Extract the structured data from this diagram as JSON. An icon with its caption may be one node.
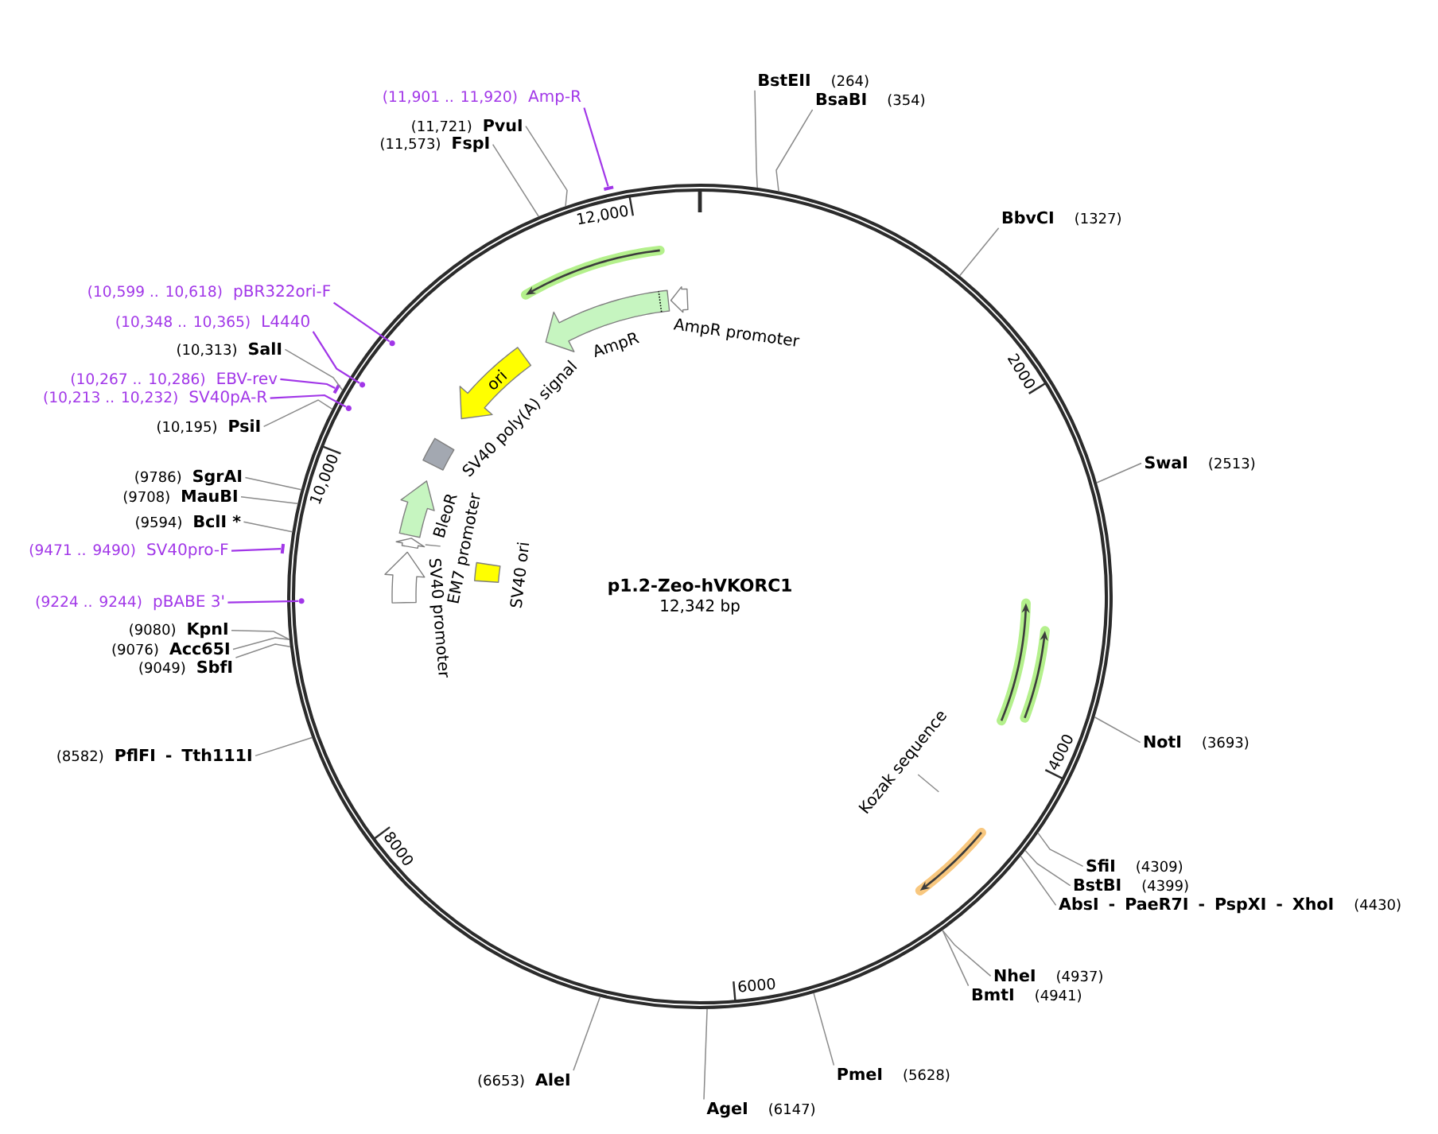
{
  "diagram": {
    "nodes": [
      {
        "text": [
          "p1.2-Zeo-hVKORC1",
          "12,342 bp"
        ]
      },
      {
        "text": [
          "BstEII",
          "(264)"
        ]
      },
      {
        "text": [
          "BsaBI",
          "(354)"
        ]
      },
      {
        "text": [
          "BbvCI",
          "(1327)"
        ]
      },
      {
        "text": [
          "SwaI",
          "(2513)"
        ]
      },
      {
        "text": [
          "NotI",
          "(3693)"
        ]
      },
      {
        "text": [
          "SfiI",
          "(4309)"
        ]
      },
      {
        "text": [
          "BstBI",
          "(4399)"
        ]
      },
      {
        "text": [
          "AbsI - PaeR7I - PspXI - XhoI",
          "(4430)"
        ]
      },
      {
        "text": [
          "NheI",
          "(4937)"
        ]
      },
      {
        "text": [
          "BmtI",
          "(4941)"
        ]
      },
      {
        "text": [
          "PmeI",
          "(5628)"
        ]
      },
      {
        "text": [
          "AgeI",
          "(6147)"
        ]
      },
      {
        "text": [
          "(6653)",
          "AleI"
        ]
      },
      {
        "text": [
          "(8582)",
          "PflFI - Tth111I"
        ]
      },
      {
        "text": [
          "(9049)",
          "SbfI"
        ]
      },
      {
        "text": [
          "(9076)",
          "Acc65I"
        ]
      },
      {
        "text": [
          "(9080)",
          "KpnI"
        ]
      },
      {
        "text": [
          "(9224 .. 9244)",
          "pBABE 3'"
        ]
      },
      {
        "text": [
          "(9471 .. 9490)",
          "SV40pro-F"
        ]
      },
      {
        "text": [
          "(9594)",
          "BclI *"
        ]
      },
      {
        "text": [
          "(9708)",
          "MauBI"
        ]
      },
      {
        "text": [
          "(9786)",
          "SgrAI"
        ]
      },
      {
        "text": [
          "(10,195)",
          "PsiI"
        ]
      },
      {
        "text": [
          "(10,213 .. 10,232)",
          "SV40pA-R"
        ]
      },
      {
        "text": [
          "(10,267 .. 10,286)",
          "EBV-rev"
        ]
      },
      {
        "text": [
          "(10,313)",
          "SalI"
        ]
      },
      {
        "text": [
          "(10,348 .. 10,365)",
          "L4440"
        ]
      },
      {
        "text": [
          "(10,599 .. 10,618)",
          "pBR322ori-F"
        ]
      },
      {
        "text": [
          "(11,573)",
          "FspI"
        ]
      },
      {
        "text": [
          "(11,721)",
          "PvuI"
        ]
      },
      {
        "text": [
          "(11,901 .. 11,920)",
          "Amp-R"
        ]
      },
      {
        "text": [],
        "shape": "arrow",
        "in": 0,
        "beside": [
          "AmpR promoter"
        ]
      },
      {
        "text": [],
        "shape": "arrow",
        "in": 0,
        "beside": [
          "AmpR"
        ]
      },
      {
        "text": [
          "ori"
        ],
        "in": 0
      },
      {
        "text": [],
        "shape": "box",
        "in": 0,
        "beside": [
          "SV40 poly(A) signal"
        ]
      },
      {
        "text": [],
        "shape": "arrow",
        "in": 0,
        "beside": [
          "BleoR"
        ]
      },
      {
        "text": [],
        "shape": "arrow",
        "in": 0
      },
      {
        "text": [
          "EM7 promoter"
        ],
        "in": 0
      },
      {
        "text": [],
        "shape": "arrow",
        "in": 0,
        "beside": [
          "SV40 promoter"
        ]
      },
      {
        "text": [],
        "shape": "box",
        "in": 0,
        "beside": [
          "SV40 ori"
        ]
      },
      {
        "text": [
          "Kozak sequence"
        ],
        "in": 0
      },
      {
        "text": [],
        "shape": "arrow",
        "in": 0
      },
      {
        "text": [],
        "shape": "arrow",
        "in": 0
      },
      {
        "text": [],
        "shape": "arrow",
        "in": 0
      },
      {
        "text": [],
        "shape": "arrow",
        "in": 0
      },
      {
        "text": [],
        "shape": "bar"
      },
      {
        "text": [],
        "shape": "circle",
        "in": 0
      },
      {
        "text": [],
        "shape": "circle",
        "in": 0
      },
      {
        "text": [],
        "shape": "bar"
      },
      {
        "text": [],
        "shape": "circle",
        "in": 0
      },
      {
        "text": [],
        "shape": "bar"
      },
      {
        "text": [],
        "shape": "circle",
        "in": 0
      }
    ],
    "edges": [
      {
        "from": 1,
        "to": 0,
        "arrow": "none"
      },
      {
        "from": 2,
        "to": 0,
        "arrow": "none"
      },
      {
        "from": 3,
        "to": 0,
        "arrow": "none"
      },
      {
        "from": 4,
        "to": 0,
        "arrow": "none"
      },
      {
        "from": 5,
        "to": 0,
        "arrow": "none"
      },
      {
        "from": 6,
        "to": 0,
        "arrow": "none"
      },
      {
        "from": 7,
        "to": 0,
        "arrow": "none"
      },
      {
        "from": 8,
        "to": 0,
        "arrow": "none"
      },
      {
        "from": 9,
        "to": 0,
        "arrow": "none"
      },
      {
        "from": 10,
        "to": 0,
        "arrow": "none"
      },
      {
        "from": 11,
        "to": 0,
        "arrow": "none"
      },
      {
        "from": 12,
        "to": 0,
        "arrow": "none"
      },
      {
        "from": 13,
        "to": 0,
        "arrow": "none"
      },
      {
        "from": 14,
        "to": 0,
        "arrow": "none"
      },
      {
        "from": 15,
        "to": 0,
        "arrow": "none"
      },
      {
        "from": 16,
        "to": 0,
        "arrow": "none"
      },
      {
        "from": 17,
        "to": 0,
        "arrow": "none"
      },
      {
        "from": 18,
        "to": 52,
        "arrow": "none",
        "color": "#a136e8"
      },
      {
        "from": 19,
        "to": 51,
        "arrow": "none",
        "color": "#a136e8"
      },
      {
        "from": 20,
        "to": 0,
        "arrow": "none"
      },
      {
        "from": 21,
        "to": 0,
        "arrow": "none"
      },
      {
        "from": 22,
        "to": 0,
        "arrow": "none"
      },
      {
        "from": 23,
        "to": 0,
        "arrow": "none"
      },
      {
        "from": 24,
        "to": 50,
        "arrow": "none",
        "color": "#a136e8"
      },
      {
        "from": 25,
        "to": 49,
        "arrow": "none",
        "color": "#a136e8"
      },
      {
        "from": 26,
        "to": 0,
        "arrow": "none"
      },
      {
        "from": 27,
        "to": 48,
        "arrow": "none",
        "color": "#a136e8"
      },
      {
        "from": 28,
        "to": 47,
        "arrow": "none",
        "color": "#a136e8"
      },
      {
        "from": 29,
        "to": 0,
        "arrow": "none"
      },
      {
        "from": 30,
        "to": 0,
        "arrow": "none"
      },
      {
        "from": 31,
        "to": 46,
        "arrow": "none",
        "color": "#a136e8"
      },
      {
        "from": 38,
        "to": 37,
        "arrow": "none"
      },
      {
        "from": 41,
        "to": null,
        "arrow": "none"
      }
    ],
    "labels": [
      "2000",
      "4000",
      "6000",
      "8000",
      "10,000",
      "12,000"
    ]
  }
}
